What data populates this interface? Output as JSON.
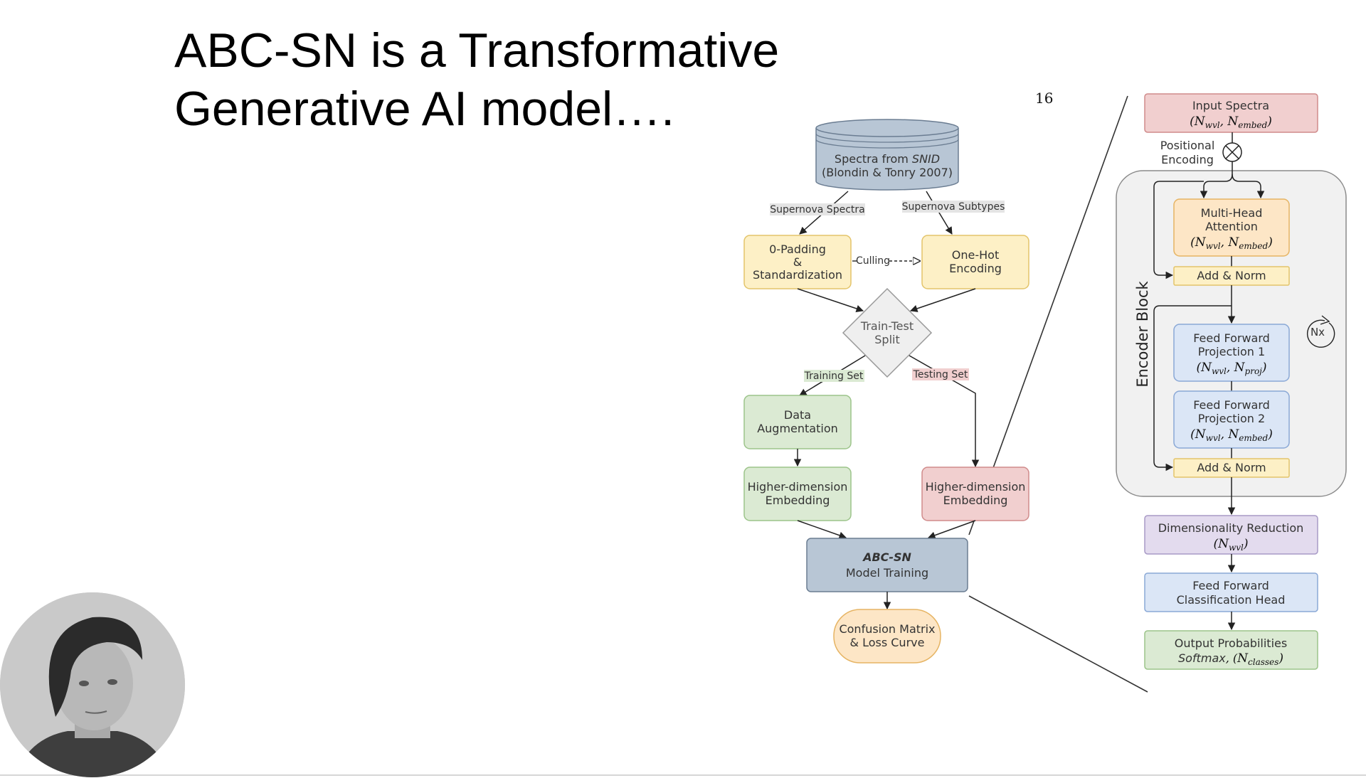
{
  "slide": {
    "title_line1": "ABC-SN is a Transformative",
    "title_line2": "Generative AI model…."
  },
  "stray_text": "16",
  "pipeline": {
    "database_line1a": "Spectra from ",
    "database_line1b": "SNID",
    "database_line2": "(Blondin & Tonry 2007)",
    "edge_supernova_spectra": "Supernova Spectra",
    "edge_supernova_subtypes": "Supernova Subtypes",
    "padding_line1": "0-Padding",
    "padding_line2": "&",
    "padding_line3": "Standardization",
    "culling": "Culling",
    "onehot_line1": "One-Hot",
    "onehot_line2": "Encoding",
    "split_line1": "Train-Test",
    "split_line2": "Split",
    "training_set": "Training Set",
    "testing_set": "Testing Set",
    "augmentation_line1": "Data",
    "augmentation_line2": "Augmentation",
    "embed_train_line1": "Higher-dimension",
    "embed_train_line2": "Embedding",
    "embed_test_line1": "Higher-dimension",
    "embed_test_line2": "Embedding",
    "model_line1": "ABC-SN",
    "model_line2": "Model Training",
    "output_line1": "Confusion Matrix",
    "output_line2": "& Loss Curve"
  },
  "architecture": {
    "input_label": "Input Spectra",
    "input_dims": "(N",
    "positional_line1": "Positional",
    "positional_line2": "Encoding",
    "encoder_block": "Encoder Block",
    "mha_line1": "Multi-Head",
    "mha_line2": "Attention",
    "add_norm_1": "Add & Norm",
    "ff1_line1": "Feed Forward",
    "ff1_line2": "Projection 1",
    "ff2_line1": "Feed Forward",
    "ff2_line2": "Projection 2",
    "add_norm_2": "Add & Norm",
    "repeat": "Nx",
    "dimred_label": "Dimensionality Reduction",
    "ffhead_line1": "Feed Forward",
    "ffhead_line2": "Classification Head",
    "output_line1": "Output Probabilities",
    "output_softmax": "Softmax"
  },
  "math": {
    "N": "N",
    "wvl": "wvl",
    "embed": "embed",
    "proj": "proj",
    "classes": "classes"
  },
  "colors": {
    "yellow_fill": "#fdf0c6",
    "yellow_stroke": "#e3c46a",
    "green_fill": "#dbead3",
    "green_stroke": "#9cc48a",
    "red_fill": "#f1cfcf",
    "red_stroke": "#d08b8b",
    "blue_fill": "#dbe6f6",
    "blue_stroke": "#8aa8d6",
    "purple_fill": "#e3dbee",
    "purple_stroke": "#a89ac6",
    "orange_fill": "#fde6c6",
    "orange_stroke": "#e6b463",
    "slate_fill": "#b8c6d5",
    "slate_stroke": "#6b7d92",
    "encoder_bg": "#f1f1f1"
  }
}
